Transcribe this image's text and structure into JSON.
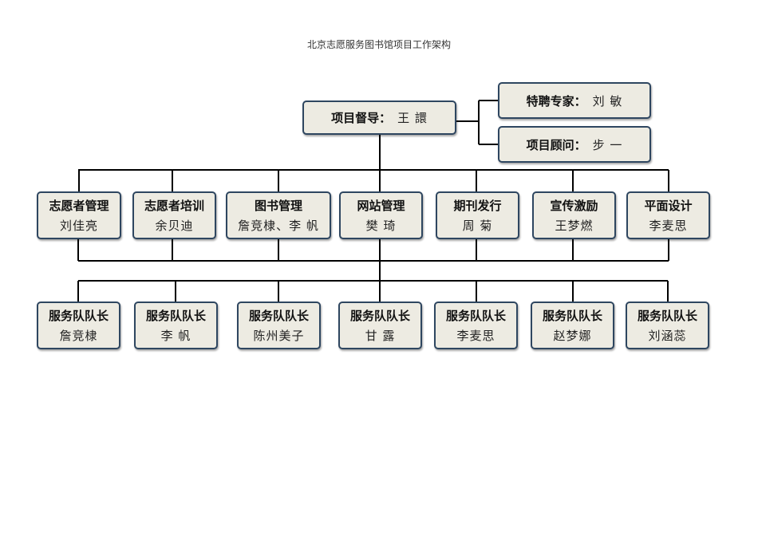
{
  "title": "北京志愿服务图书馆项目工作架构",
  "supervisor": {
    "role": "项目督导：",
    "name": "王 譞"
  },
  "advisors": [
    {
      "role": "特聘专家：",
      "name": "刘 敏"
    },
    {
      "role": "项目顾问：",
      "name": "步 一"
    }
  ],
  "departments": [
    {
      "role": "志愿者管理",
      "name": "刘佳亮"
    },
    {
      "role": "志愿者培训",
      "name": "余贝迪"
    },
    {
      "role": "图书管理",
      "name": "詹竞棣、李 帆"
    },
    {
      "role": "网站管理",
      "name": "樊 琦"
    },
    {
      "role": "期刊发行",
      "name": "周 菊"
    },
    {
      "role": "宣传激励",
      "name": "王梦燃"
    },
    {
      "role": "平面设计",
      "name": "李麦思"
    }
  ],
  "team_leaders": [
    {
      "role": "服务队队长",
      "name": "詹竞棣"
    },
    {
      "role": "服务队队长",
      "name": "李 帆"
    },
    {
      "role": "服务队队长",
      "name": "陈州美子"
    },
    {
      "role": "服务队队长",
      "name": "甘 露"
    },
    {
      "role": "服务队队长",
      "name": "李麦思"
    },
    {
      "role": "服务队队长",
      "name": "赵梦娜"
    },
    {
      "role": "服务队队长",
      "name": "刘涵蕊"
    }
  ]
}
